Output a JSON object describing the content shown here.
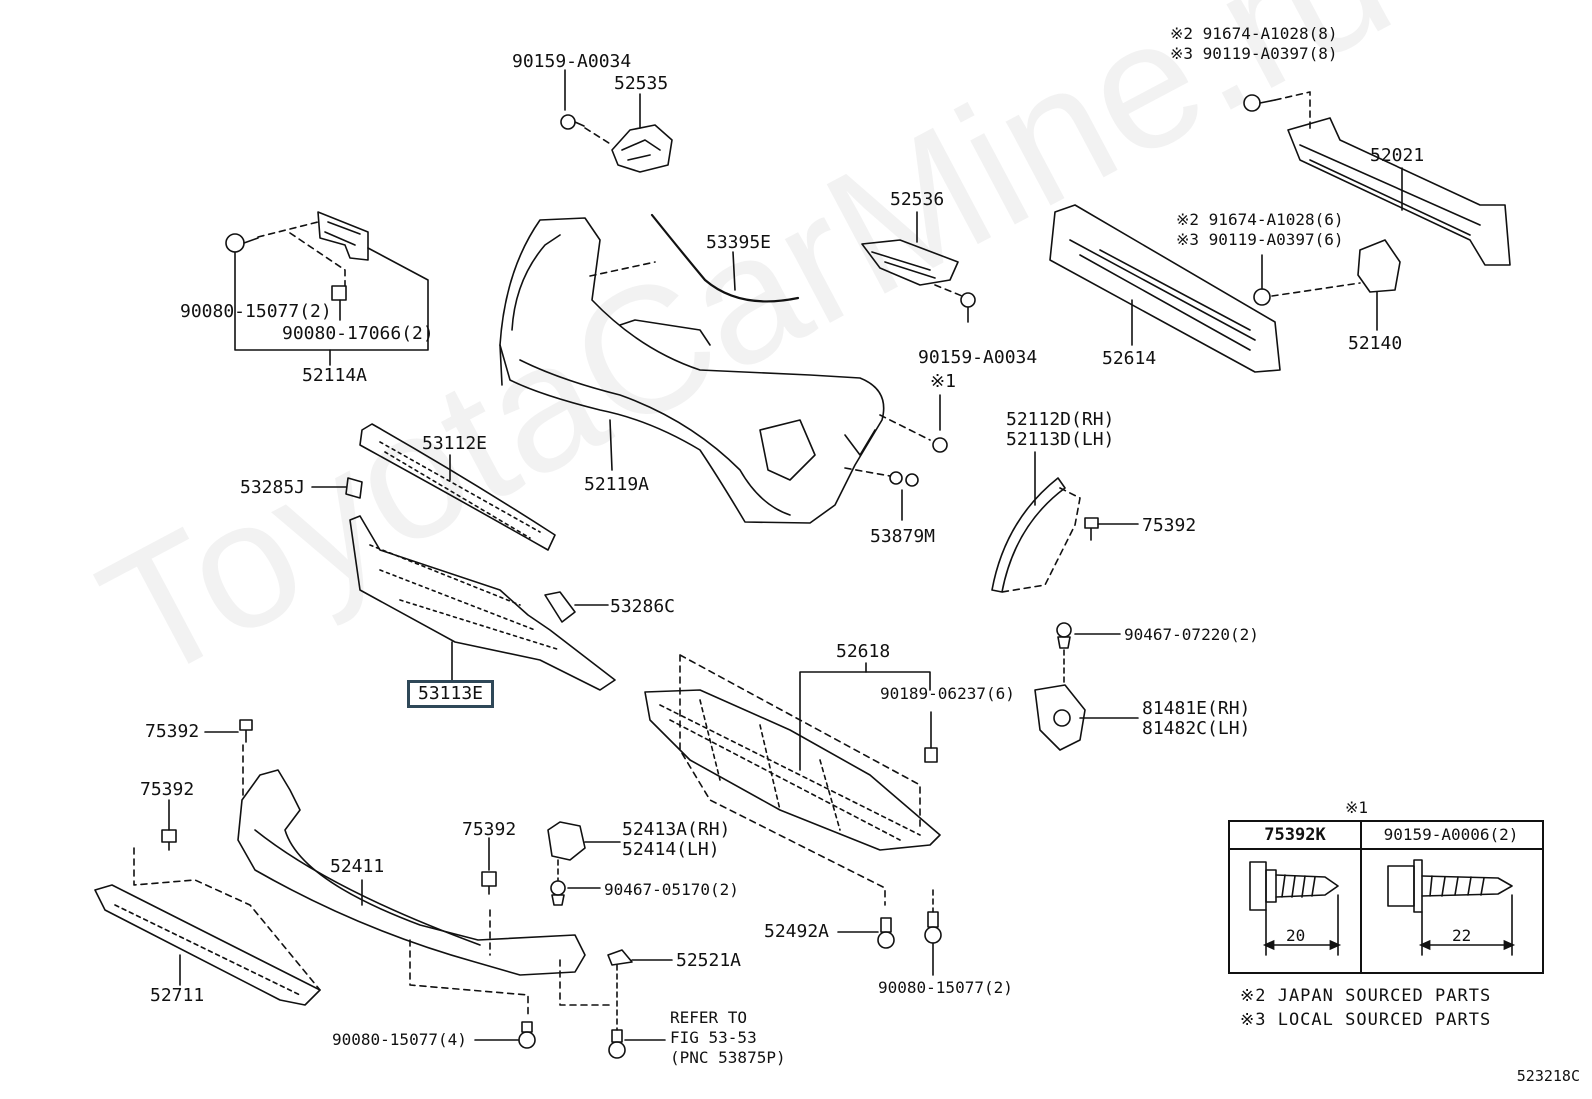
{
  "watermark": "ToyotaCarMine.ru",
  "diagram_id": "523218C",
  "parts": {
    "p90159_top": "90159-A0034",
    "p52535": "52535",
    "p52114A": "52114A",
    "p90080_15077_2": "90080-15077(2)",
    "p90080_17066_2": "90080-17066(2)",
    "p53395E": "53395E",
    "p52536": "52536",
    "p90159_mid": "90159-A0034",
    "p52119A": "52119A",
    "p53112E": "53112E",
    "p53285J": "53285J",
    "p53879M": "53879M",
    "note_ref1": "※1",
    "p52021": "52021",
    "p91674_8": "※2 91674-A1028(8)",
    "p90119_8": "※3 90119-A0397(8)",
    "p91674_6": "※2 91674-A1028(6)",
    "p90119_6": "※3 90119-A0397(6)",
    "p52614": "52614",
    "p52140": "52140",
    "p52112D": "52112D(RH)",
    "p52113D": "52113D(LH)",
    "p75392_r": "75392",
    "p53286C": "53286C",
    "p53113E": "53113E",
    "p52618": "52618",
    "p90189": "90189-06237(6)",
    "p90467_07220": "90467-07220(2)",
    "p81481E": "81481E(RH)",
    "p81482C": "81482C(LH)",
    "p75392_a": "75392",
    "p75392_b": "75392",
    "p75392_c": "75392",
    "p52411": "52411",
    "p52413A": "52413A(RH)",
    "p52414": "52414(LH)",
    "p90467_05170": "90467-05170(2)",
    "p52711": "52711",
    "p52521A": "52521A",
    "p52492A": "52492A",
    "p90080_15077_2b": "90080-15077(2)",
    "p90080_15077_4": "90080-15077(4)",
    "refer1": "REFER TO",
    "refer2": "FIG 53-53",
    "refer3": "(PNC 53875P)"
  },
  "legend": {
    "mark": "※1",
    "col1_header": "75392K",
    "col2_header": "90159-A0006(2)",
    "col1_dim": "20",
    "col2_dim": "22"
  },
  "notes": {
    "japan": "※2 JAPAN SOURCED PARTS",
    "local": "※3 LOCAL SOURCED PARTS"
  }
}
